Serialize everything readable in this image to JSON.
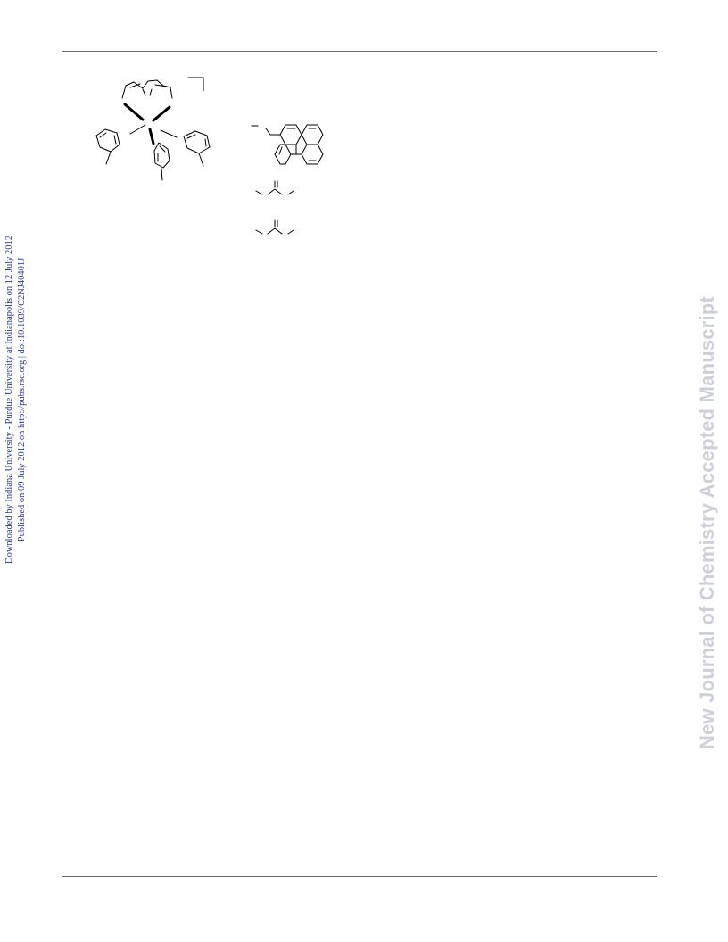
{
  "side_note": {
    "line1": "Downloaded by Indiana University - Purdue University at Indianapolis on 12 July 2012",
    "line2": "Published on 09 July 2012 on http://pubs.rsc.org | doi:10.1039/C2NJ40401J"
  },
  "watermark": "New Journal of Chemistry Accepted Manuscript",
  "colors": {
    "side_note": "#2b3a9e",
    "watermark": "#cdd0db",
    "rules": "#6b6b6b"
  }
}
